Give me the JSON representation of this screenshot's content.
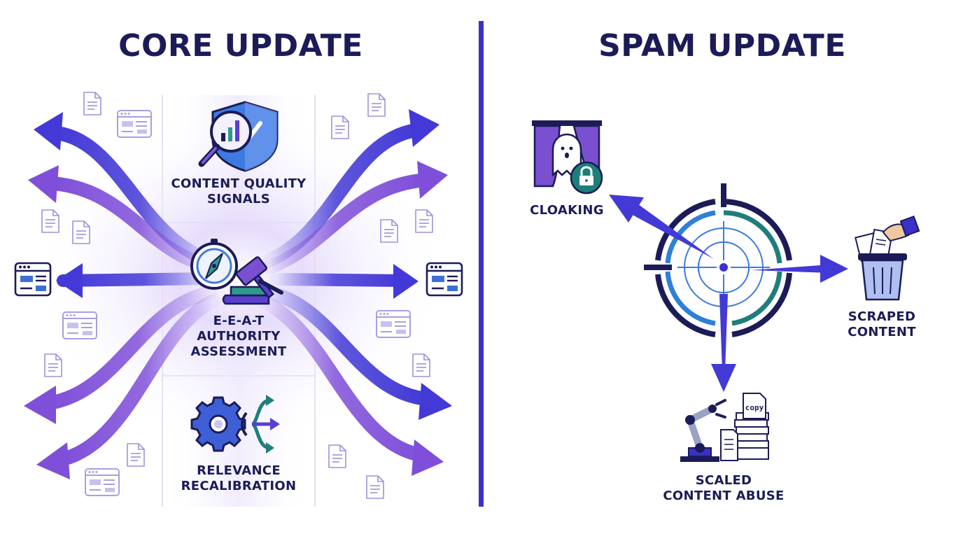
{
  "core": {
    "title": "CORE UPDATE",
    "panels": [
      {
        "lines": [
          "CONTENT QUALITY",
          "SIGNALS"
        ],
        "icon": "magnifier-shield-chart-icon"
      },
      {
        "lines": [
          "E-E-A-T",
          "AUTHORITY",
          "ASSESSMENT"
        ],
        "icon": "compass-gavel-icon"
      },
      {
        "lines": [
          "RELEVANCE",
          "RECALIBRATION"
        ],
        "icon": "gear-branch-arrows-icon"
      }
    ]
  },
  "spam": {
    "title": "SPAM UPDATE",
    "targets": [
      {
        "lines": [
          "CLOAKING"
        ],
        "icon": "curtain-ghost-lock-icon"
      },
      {
        "lines": [
          "SCRAPED",
          "CONTENT"
        ],
        "icon": "trash-bin-hand-icon"
      },
      {
        "lines": [
          "SCALED",
          "CONTENT ABUSE"
        ],
        "icon": "robot-arm-copy-stack-icon"
      }
    ],
    "copy_tag": "copy",
    "center_icon": "crosshair-target-icon"
  },
  "colors": {
    "navy": "#1b1c57",
    "indigo": "#4339d6",
    "purple": "#7f4fd9",
    "teal": "#1e7f7a",
    "blue": "#2f80d6",
    "lavender": "#e9e2fb"
  }
}
